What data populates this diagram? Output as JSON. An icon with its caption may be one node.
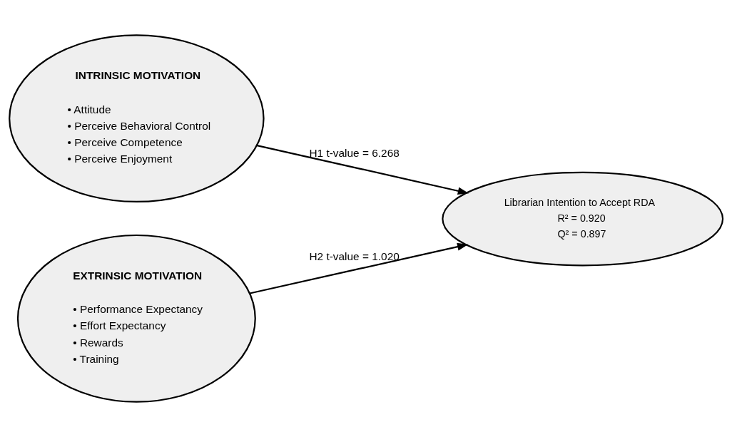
{
  "diagram": {
    "nodes": [
      {
        "text": [
          "INTRINSIC MOTIVATION",
          "• Attitude",
          "• Perceive Behavioral Control",
          "• Perceive Competence",
          "• Perceive Enjoyment"
        ]
      },
      {
        "text": [
          "EXTRINSIC MOTIVATION",
          "• Performance Expectancy",
          "• Effort Expectancy",
          "• Rewards",
          "• Training"
        ]
      },
      {
        "text": [
          "Librarian Intention to Accept RDA",
          "R² = 0.920",
          "Q² = 0.897"
        ]
      }
    ],
    "edges": [
      {
        "from": 0,
        "to": 2,
        "arrow": "to",
        "label": "H1 t-value = 6.268"
      },
      {
        "from": 1,
        "to": 2,
        "arrow": "to",
        "label": "H2 t-value = 1.020"
      }
    ]
  }
}
